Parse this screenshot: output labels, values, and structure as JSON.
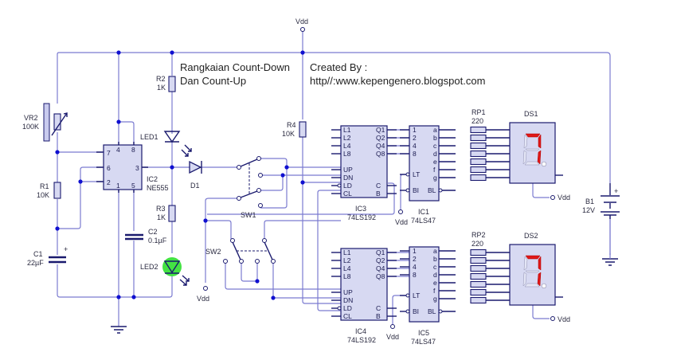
{
  "title": {
    "line1": "Rangkaian Count-Down",
    "line2": "Dan Count-Up"
  },
  "credit": {
    "line1": "Created By :",
    "line2": "http//:www.kepengenero.blogspot.com"
  },
  "power": {
    "vdd_label": "Vdd",
    "battery": {
      "ref": "B1",
      "value": "12V",
      "plus": "+"
    }
  },
  "components": {
    "VR2": {
      "ref": "VR2",
      "value": "100K"
    },
    "R1": {
      "ref": "R1",
      "value": "10K"
    },
    "C1": {
      "ref": "C1",
      "value": "22µF",
      "plus": "+"
    },
    "R2": {
      "ref": "R2",
      "value": "1K"
    },
    "R3": {
      "ref": "R3",
      "value": "1K"
    },
    "R4": {
      "ref": "R4",
      "value": "10K"
    },
    "C2": {
      "ref": "C2",
      "value": "0.1µF"
    },
    "LED1": {
      "ref": "LED1"
    },
    "LED2": {
      "ref": "LED2"
    },
    "D1": {
      "ref": "D1"
    },
    "SW1": {
      "ref": "SW1"
    },
    "SW2": {
      "ref": "SW2"
    },
    "IC2": {
      "ref": "IC2",
      "value": "NE555",
      "pins": [
        "7",
        "4",
        "8",
        "6",
        "3",
        "2",
        "1",
        "5"
      ]
    },
    "IC3": {
      "ref": "IC3",
      "value": "74LS192"
    },
    "IC4": {
      "ref": "IC4",
      "value": "74LS192"
    },
    "IC1": {
      "ref": "IC1",
      "value": "74LS47"
    },
    "IC5": {
      "ref": "IC5",
      "value": "74LS47"
    },
    "RP1": {
      "ref": "RP1",
      "value": "220"
    },
    "RP2": {
      "ref": "RP2",
      "value": "220"
    },
    "DS1": {
      "ref": "DS1",
      "digit": "7"
    },
    "DS2": {
      "ref": "DS2",
      "digit": "7"
    }
  },
  "pins_192": {
    "left": [
      "L1",
      "L2",
      "L4",
      "L8",
      "UP",
      "DN",
      "LD",
      "CL"
    ],
    "right": [
      "Q1",
      "Q2",
      "Q4",
      "Q8",
      "C",
      "B"
    ]
  },
  "pins_47": {
    "left": [
      "1",
      "2",
      "4",
      "8",
      "LT",
      "BI"
    ],
    "right": [
      "a",
      "b",
      "c",
      "d",
      "e",
      "f",
      "g",
      "BL"
    ]
  },
  "colors": {
    "wire": "#7b7bd0",
    "component": "#1a1a6e",
    "chip_fill": "#d7d9f2",
    "junction": "#1010d0",
    "segment_on": "#e01818",
    "led2_glow": "#22dd22"
  }
}
